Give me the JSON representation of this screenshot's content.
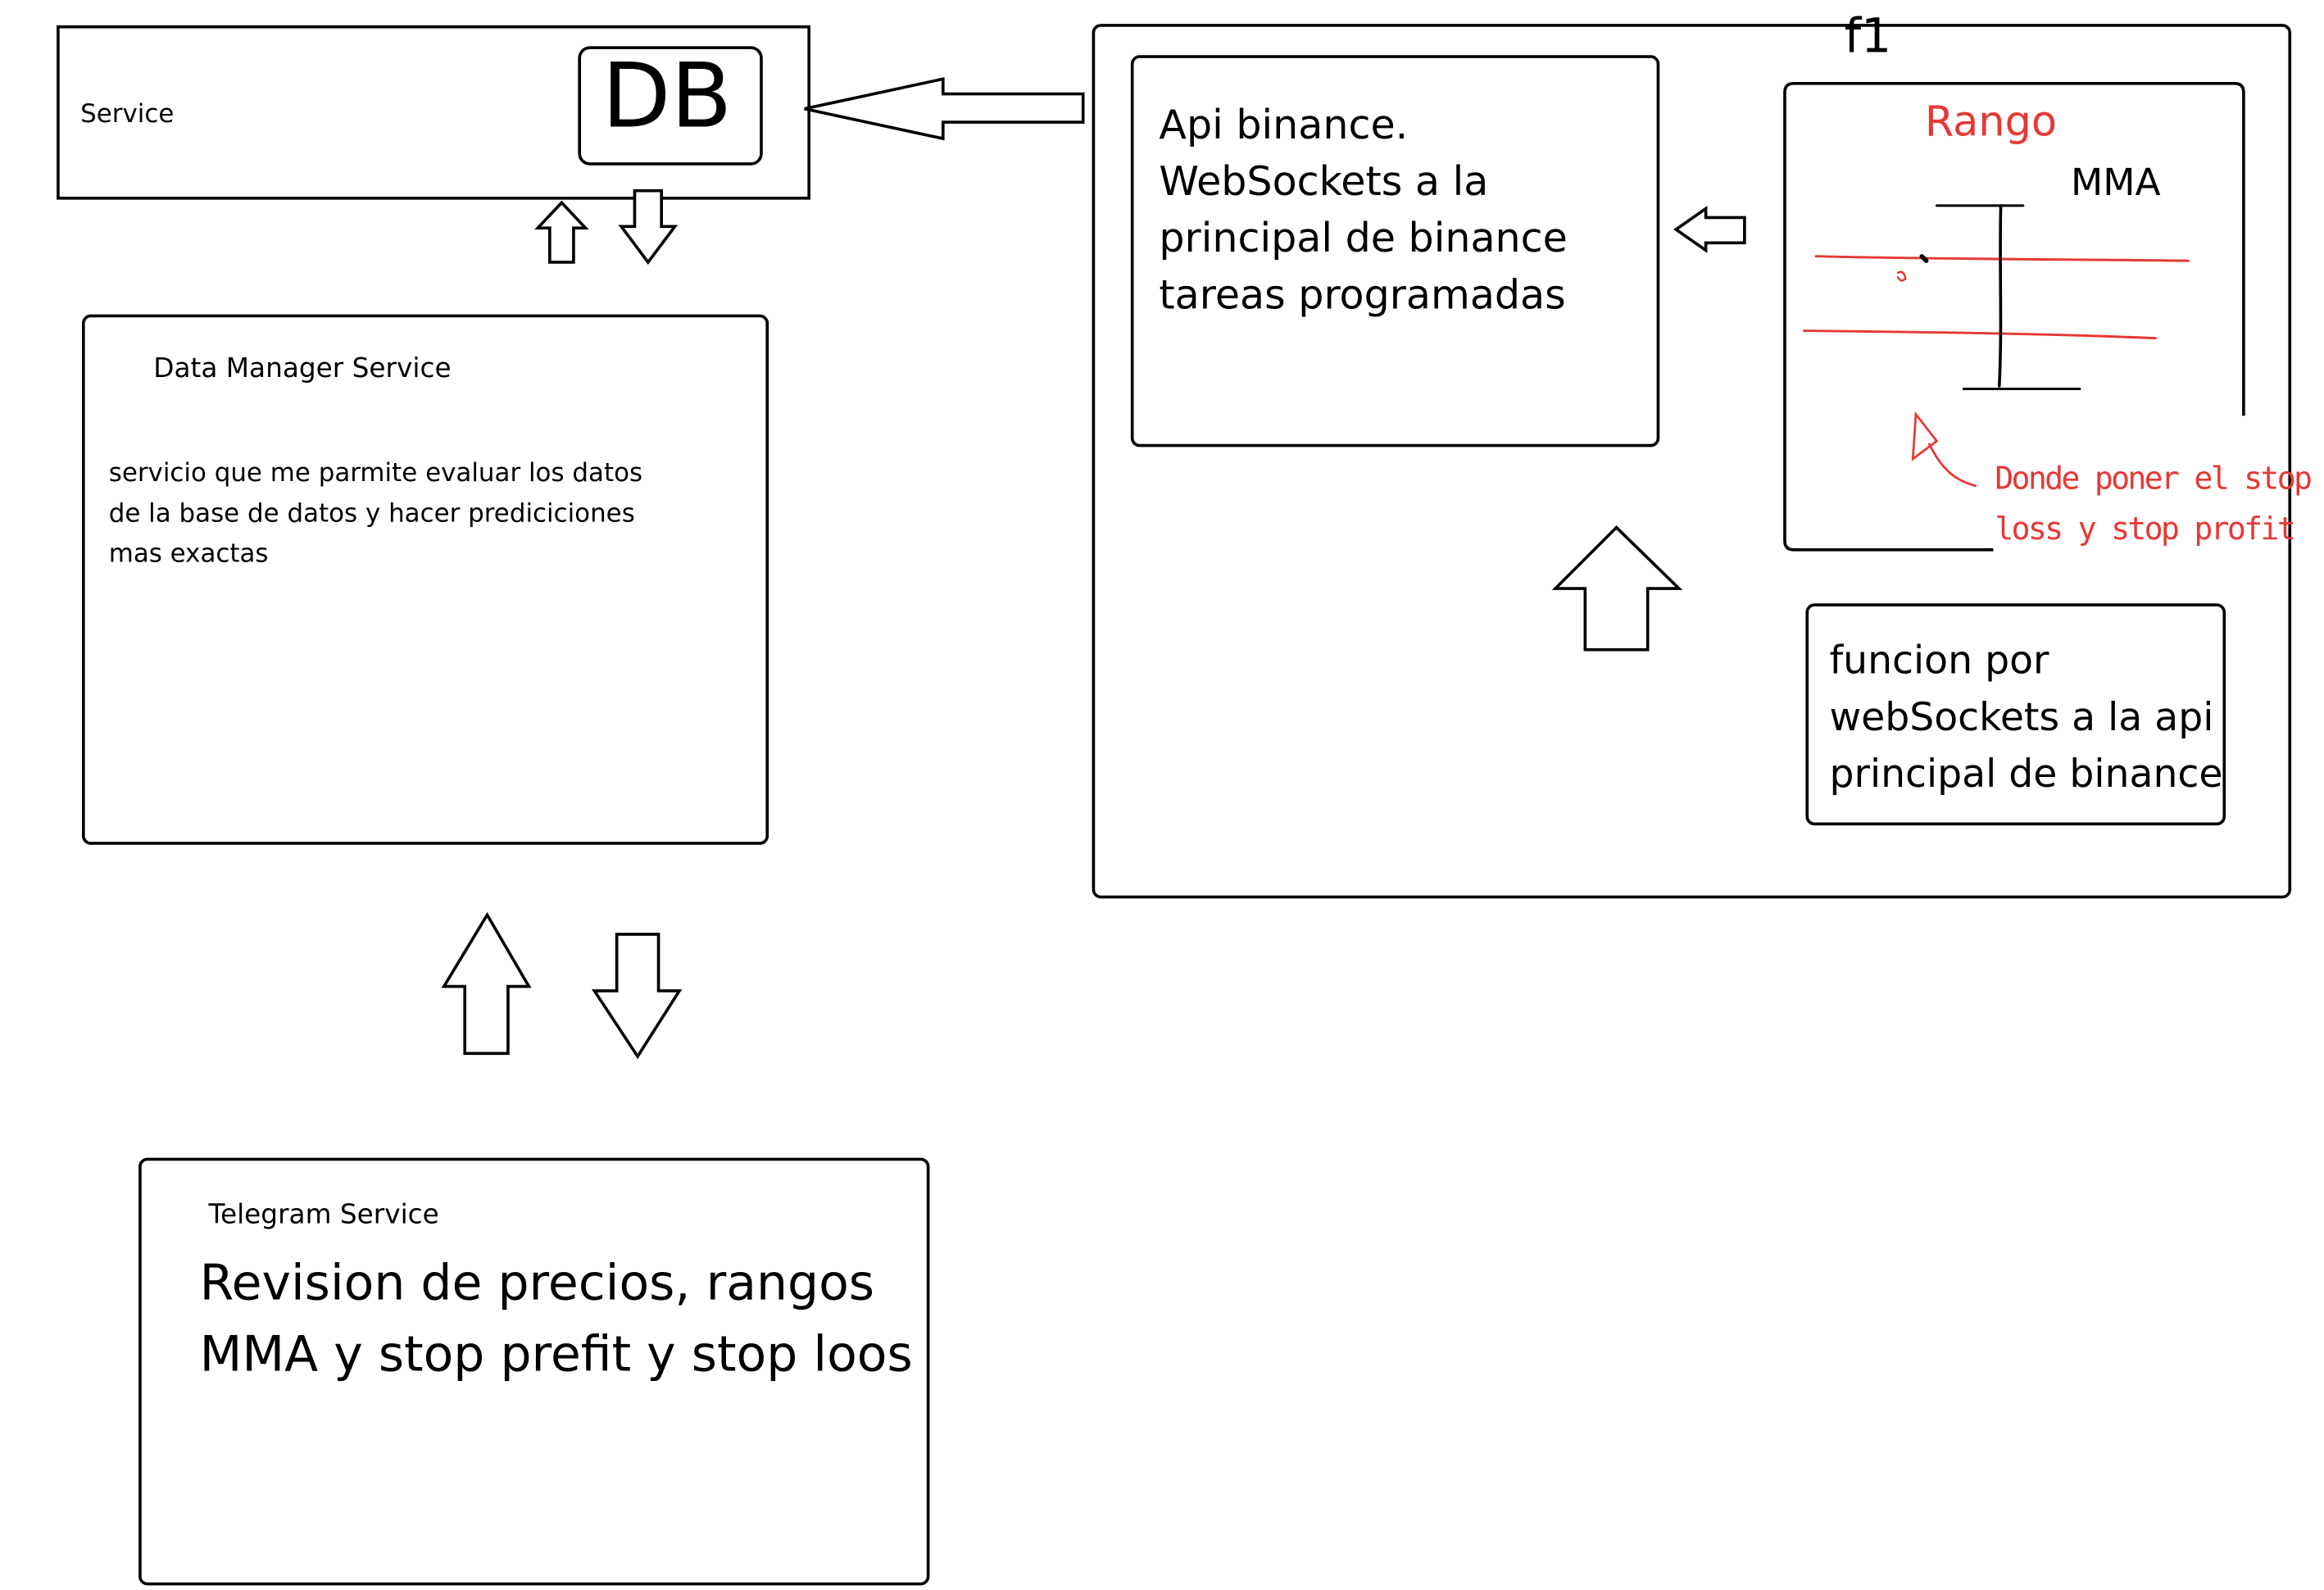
{
  "service_box": {
    "label": "Service",
    "db_label": "DB"
  },
  "data_manager": {
    "title": "Data Manager Service",
    "description": "servicio que me parmite evaluar los datos\nde la base de datos y hacer prediciciones\nmas exactas"
  },
  "telegram": {
    "title": "Telegram Service",
    "description": "Revision de precios, rangos\nMMA y stop prefit y stop loos"
  },
  "binance_group": {
    "f1_label": "f1",
    "api_box": "Api binance.\nWebSockets a la\nprincipal de binance\n tareas programadas",
    "chart_box": {
      "rango_label": "Rango",
      "mma_label": "MMA",
      "annotation": "Donde poner el stop\nloss y stop profit"
    },
    "function_box": "funcion por\nwebSockets a la api\nprincipal de binance"
  },
  "colors": {
    "stroke": "#000000",
    "annotation": "#e53935"
  }
}
